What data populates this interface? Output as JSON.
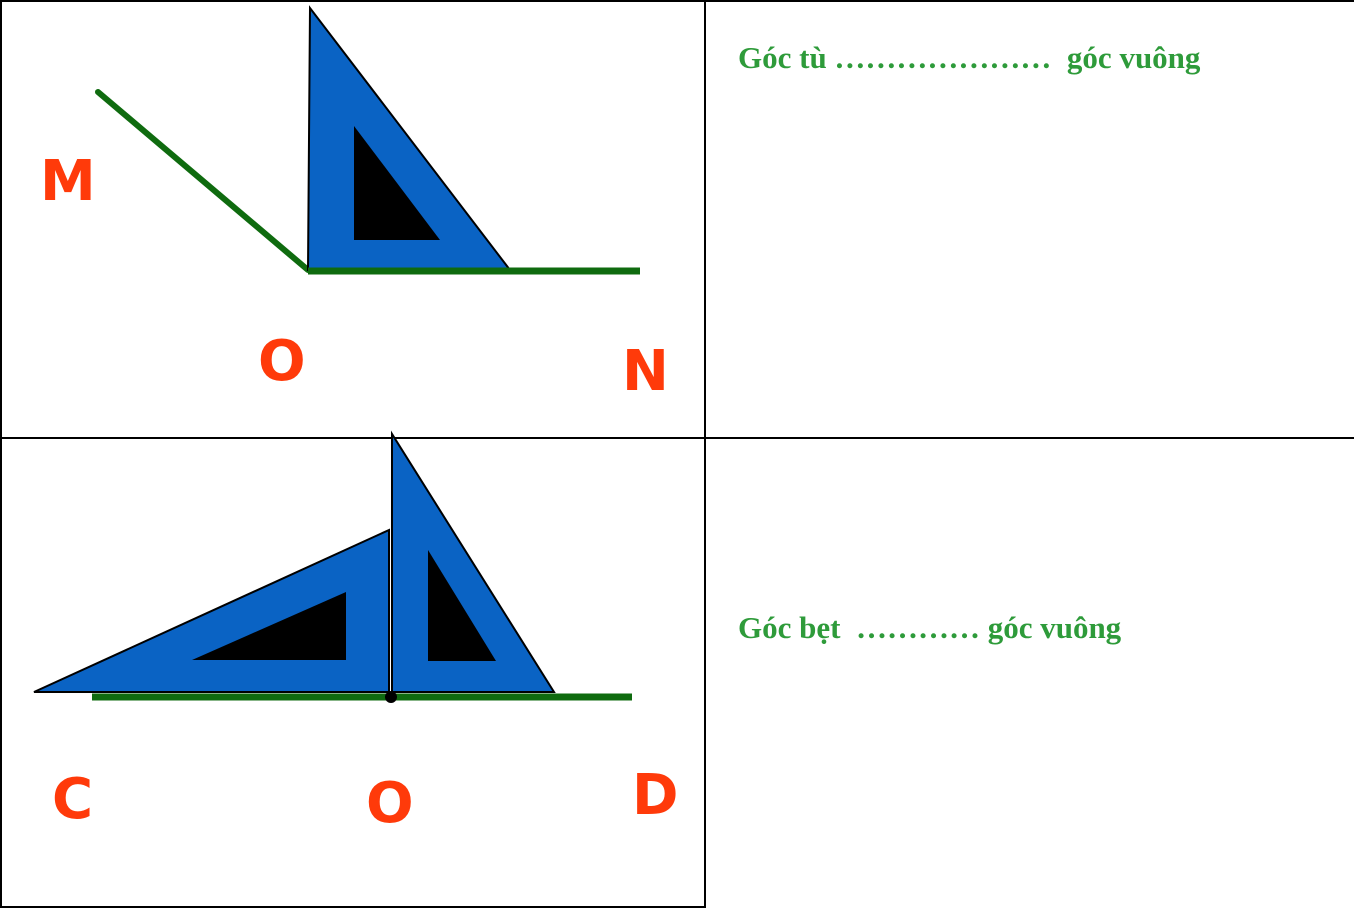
{
  "rows": [
    {
      "statement": "Góc tù …………………  góc vuông",
      "labels": {
        "ray_end": "M",
        "vertex": "O",
        "base_end": "N"
      }
    },
    {
      "statement": "Góc bẹt  ………… góc vuông",
      "labels": {
        "left_end": "C",
        "vertex": "O",
        "right_end": "D"
      }
    }
  ],
  "colors": {
    "set_square": "#0a63c4",
    "set_square_hole": "#000000",
    "ray": "#0f6b0f",
    "point_label": "#ff3a0a",
    "statement_text": "#2e9b3a",
    "grid": "#000000"
  }
}
